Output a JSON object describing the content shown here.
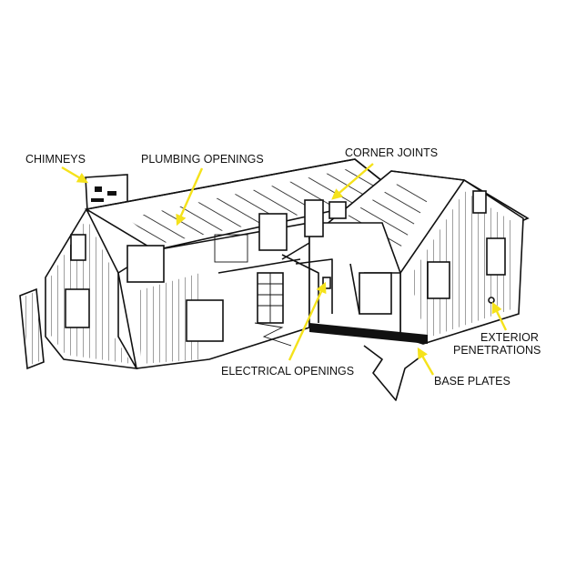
{
  "diagram": {
    "accent_color": "#f5e21b",
    "labels": {
      "chimneys": "CHIMNEYS",
      "plumbing_openings": "PLUMBING OPENINGS",
      "corner_joints": "CORNER JOINTS",
      "electrical_openings": "ELECTRICAL OPENINGS",
      "exterior_penetrations_line1": "EXTERIOR",
      "exterior_penetrations_line2": "PENETRATIONS",
      "base_plates": "BASE PLATES"
    }
  }
}
